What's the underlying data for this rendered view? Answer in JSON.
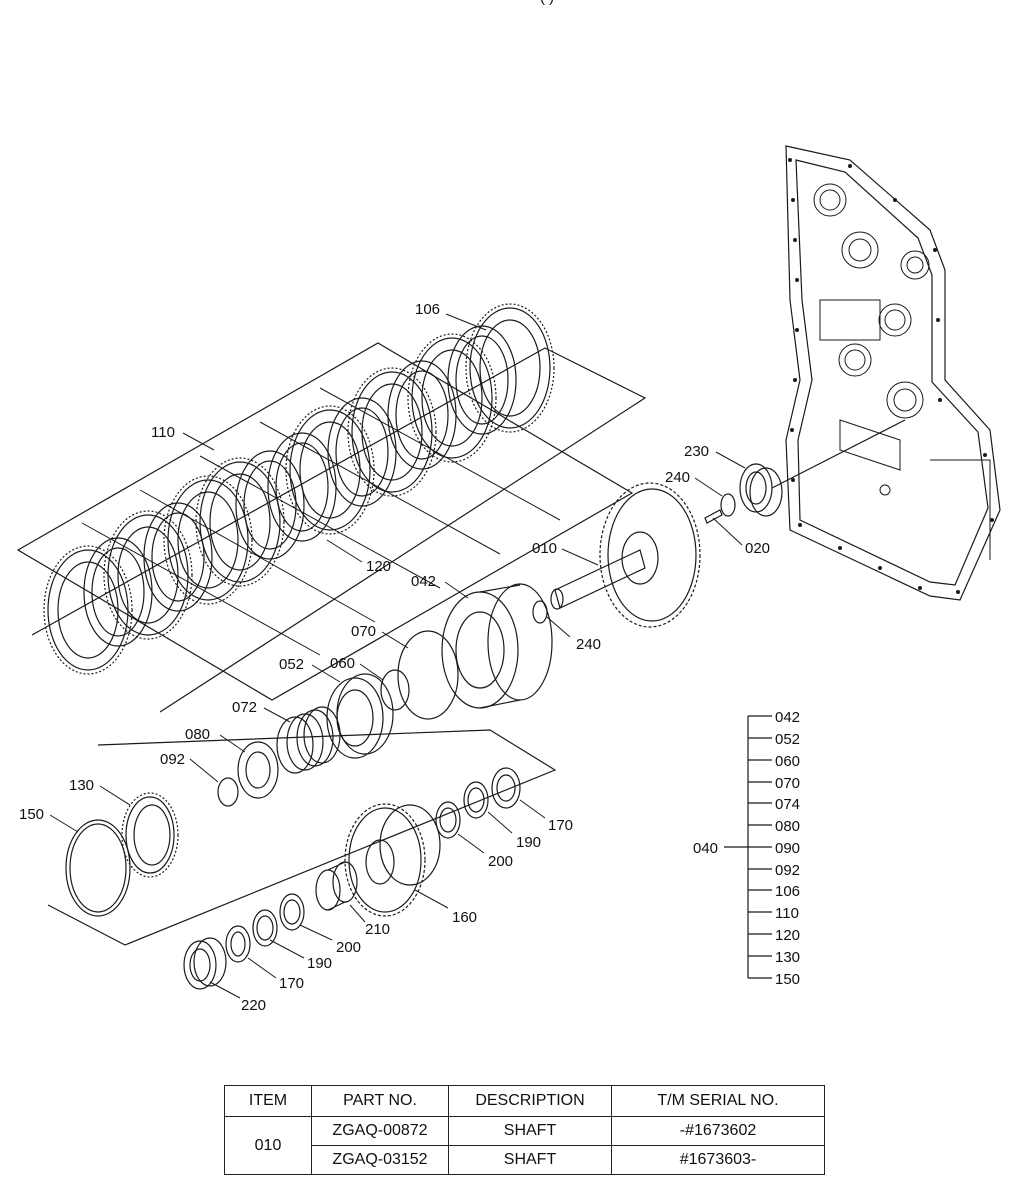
{
  "header_fragment": "(   )",
  "callouts": {
    "c106": "106",
    "c110": "110",
    "c120": "120",
    "c230": "230",
    "c240a": "240",
    "c020": "020",
    "c010": "010",
    "c042": "042",
    "c240b": "240",
    "c070": "070",
    "c060": "060",
    "c052": "052",
    "c072": "072",
    "c080": "080",
    "c092": "092",
    "c130": "130",
    "c150": "150",
    "c170a": "170",
    "c190a": "190",
    "c200a": "200",
    "c160": "160",
    "c210": "210",
    "c200b": "200",
    "c190b": "190",
    "c170b": "170",
    "c220": "220"
  },
  "group_tree": {
    "parent": "040",
    "children": [
      "042",
      "052",
      "060",
      "070",
      "074",
      "080",
      "090",
      "092",
      "106",
      "110",
      "120",
      "130",
      "150"
    ]
  },
  "table": {
    "headers": [
      "ITEM",
      "PART NO.",
      "DESCRIPTION",
      "T/M SERIAL NO."
    ],
    "item": "010",
    "rows": [
      {
        "part_no": "ZGAQ-00872",
        "description": "SHAFT",
        "serial": "-#1673602"
      },
      {
        "part_no": "ZGAQ-03152",
        "description": "SHAFT",
        "serial": "#1673603-"
      }
    ]
  }
}
